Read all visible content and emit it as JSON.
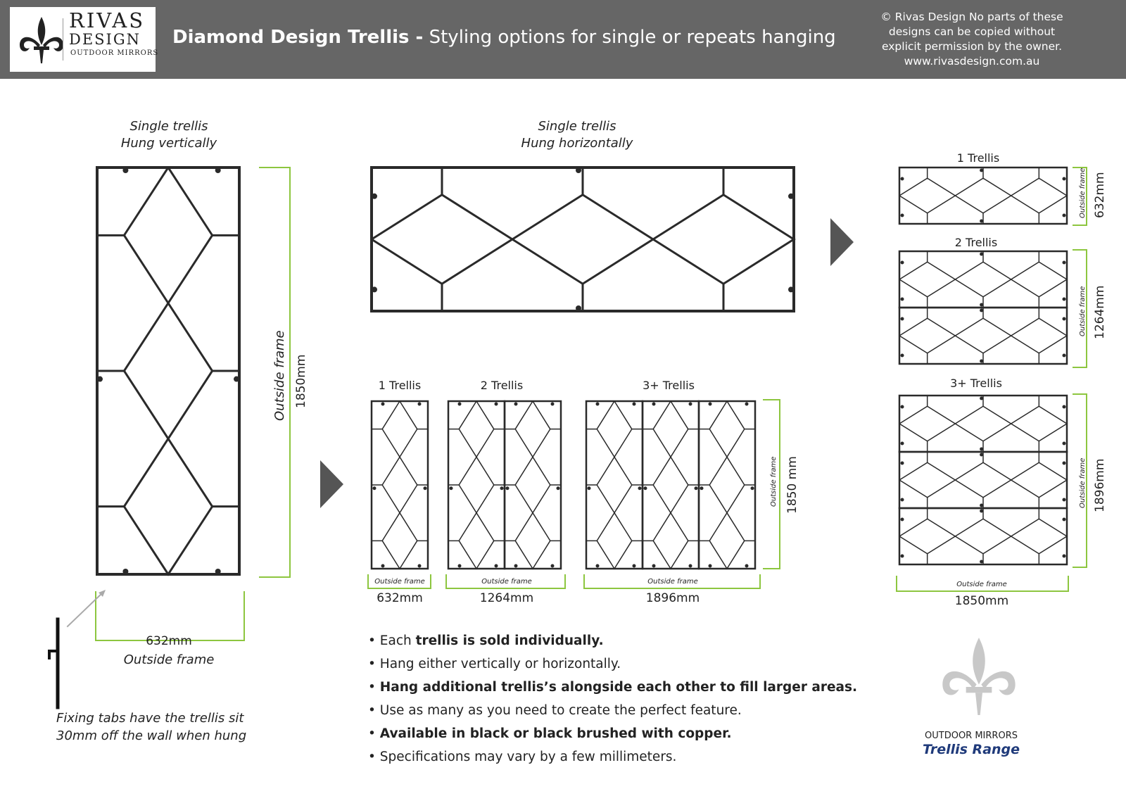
{
  "header": {
    "logo": {
      "line1": "RIVAS",
      "line2": "DESIGN",
      "line3": "OUTDOOR MIRRORS"
    },
    "title_bold": "Diamond Design Trellis -",
    "title_rest": "Styling options for single or repeats hanging",
    "copyright": [
      "© Rivas Design No parts of these",
      "designs can be copied without",
      "explicit permission by the owner.",
      "www.rivasdesign.com.au"
    ]
  },
  "vertical": {
    "caption": [
      "Single trellis",
      "Hung vertically"
    ],
    "height_label": "Outside frame",
    "height_value": "1850mm",
    "width_value": "632mm",
    "width_label": "Outside frame"
  },
  "horizontal": {
    "caption": [
      "Single trellis",
      "Hung horizontally"
    ]
  },
  "vertical_repeats": {
    "items": [
      {
        "title": "1 Trellis",
        "frame": "Outside frame",
        "size": "632mm"
      },
      {
        "title": "2 Trellis",
        "frame": "Outside frame",
        "size": "1264mm"
      },
      {
        "title": "3+ Trellis",
        "frame": "Outside frame",
        "size": "1896mm"
      }
    ],
    "height_label": "Outside frame",
    "height_value": "1850 mm"
  },
  "horizontal_repeats": {
    "items": [
      {
        "title": "1 Trellis",
        "frame": "Outside frame",
        "size": "632mm"
      },
      {
        "title": "2 Trellis",
        "frame": "Outside frame",
        "size": "1264mm"
      },
      {
        "title": "3+ Trellis",
        "frame": "Outside frame",
        "size": "1896mm"
      }
    ],
    "width_label": "Outside frame",
    "width_value": "1850mm"
  },
  "fixing_note": [
    "Fixing tabs have the trellis sit",
    "30mm off the wall when hung"
  ],
  "bullets": [
    {
      "pre": "Each ",
      "bold": "trellis is sold individually.",
      "post": ""
    },
    {
      "pre": "Hang either vertically or horizontally.",
      "bold": "",
      "post": ""
    },
    {
      "pre": "",
      "bold": "Hang additional trellis’s alongside each other to fill larger areas.",
      "post": ""
    },
    {
      "pre": "Use as many as you need to create the perfect feature.",
      "bold": "",
      "post": ""
    },
    {
      "pre": "",
      "bold": "Available in black or black brushed with copper.",
      "post": ""
    },
    {
      "pre": "Specifications may vary by a few millimeters.",
      "bold": "",
      "post": ""
    }
  ],
  "brand": {
    "line1": "OUTDOOR MIRRORS",
    "line2": "Trellis Range"
  },
  "colors": {
    "header_bg": "#666666",
    "dimension_line": "#8dc63f",
    "trellis": "#2a2a2a",
    "arrow": "#555555",
    "range_text": "#1f3a7a"
  }
}
